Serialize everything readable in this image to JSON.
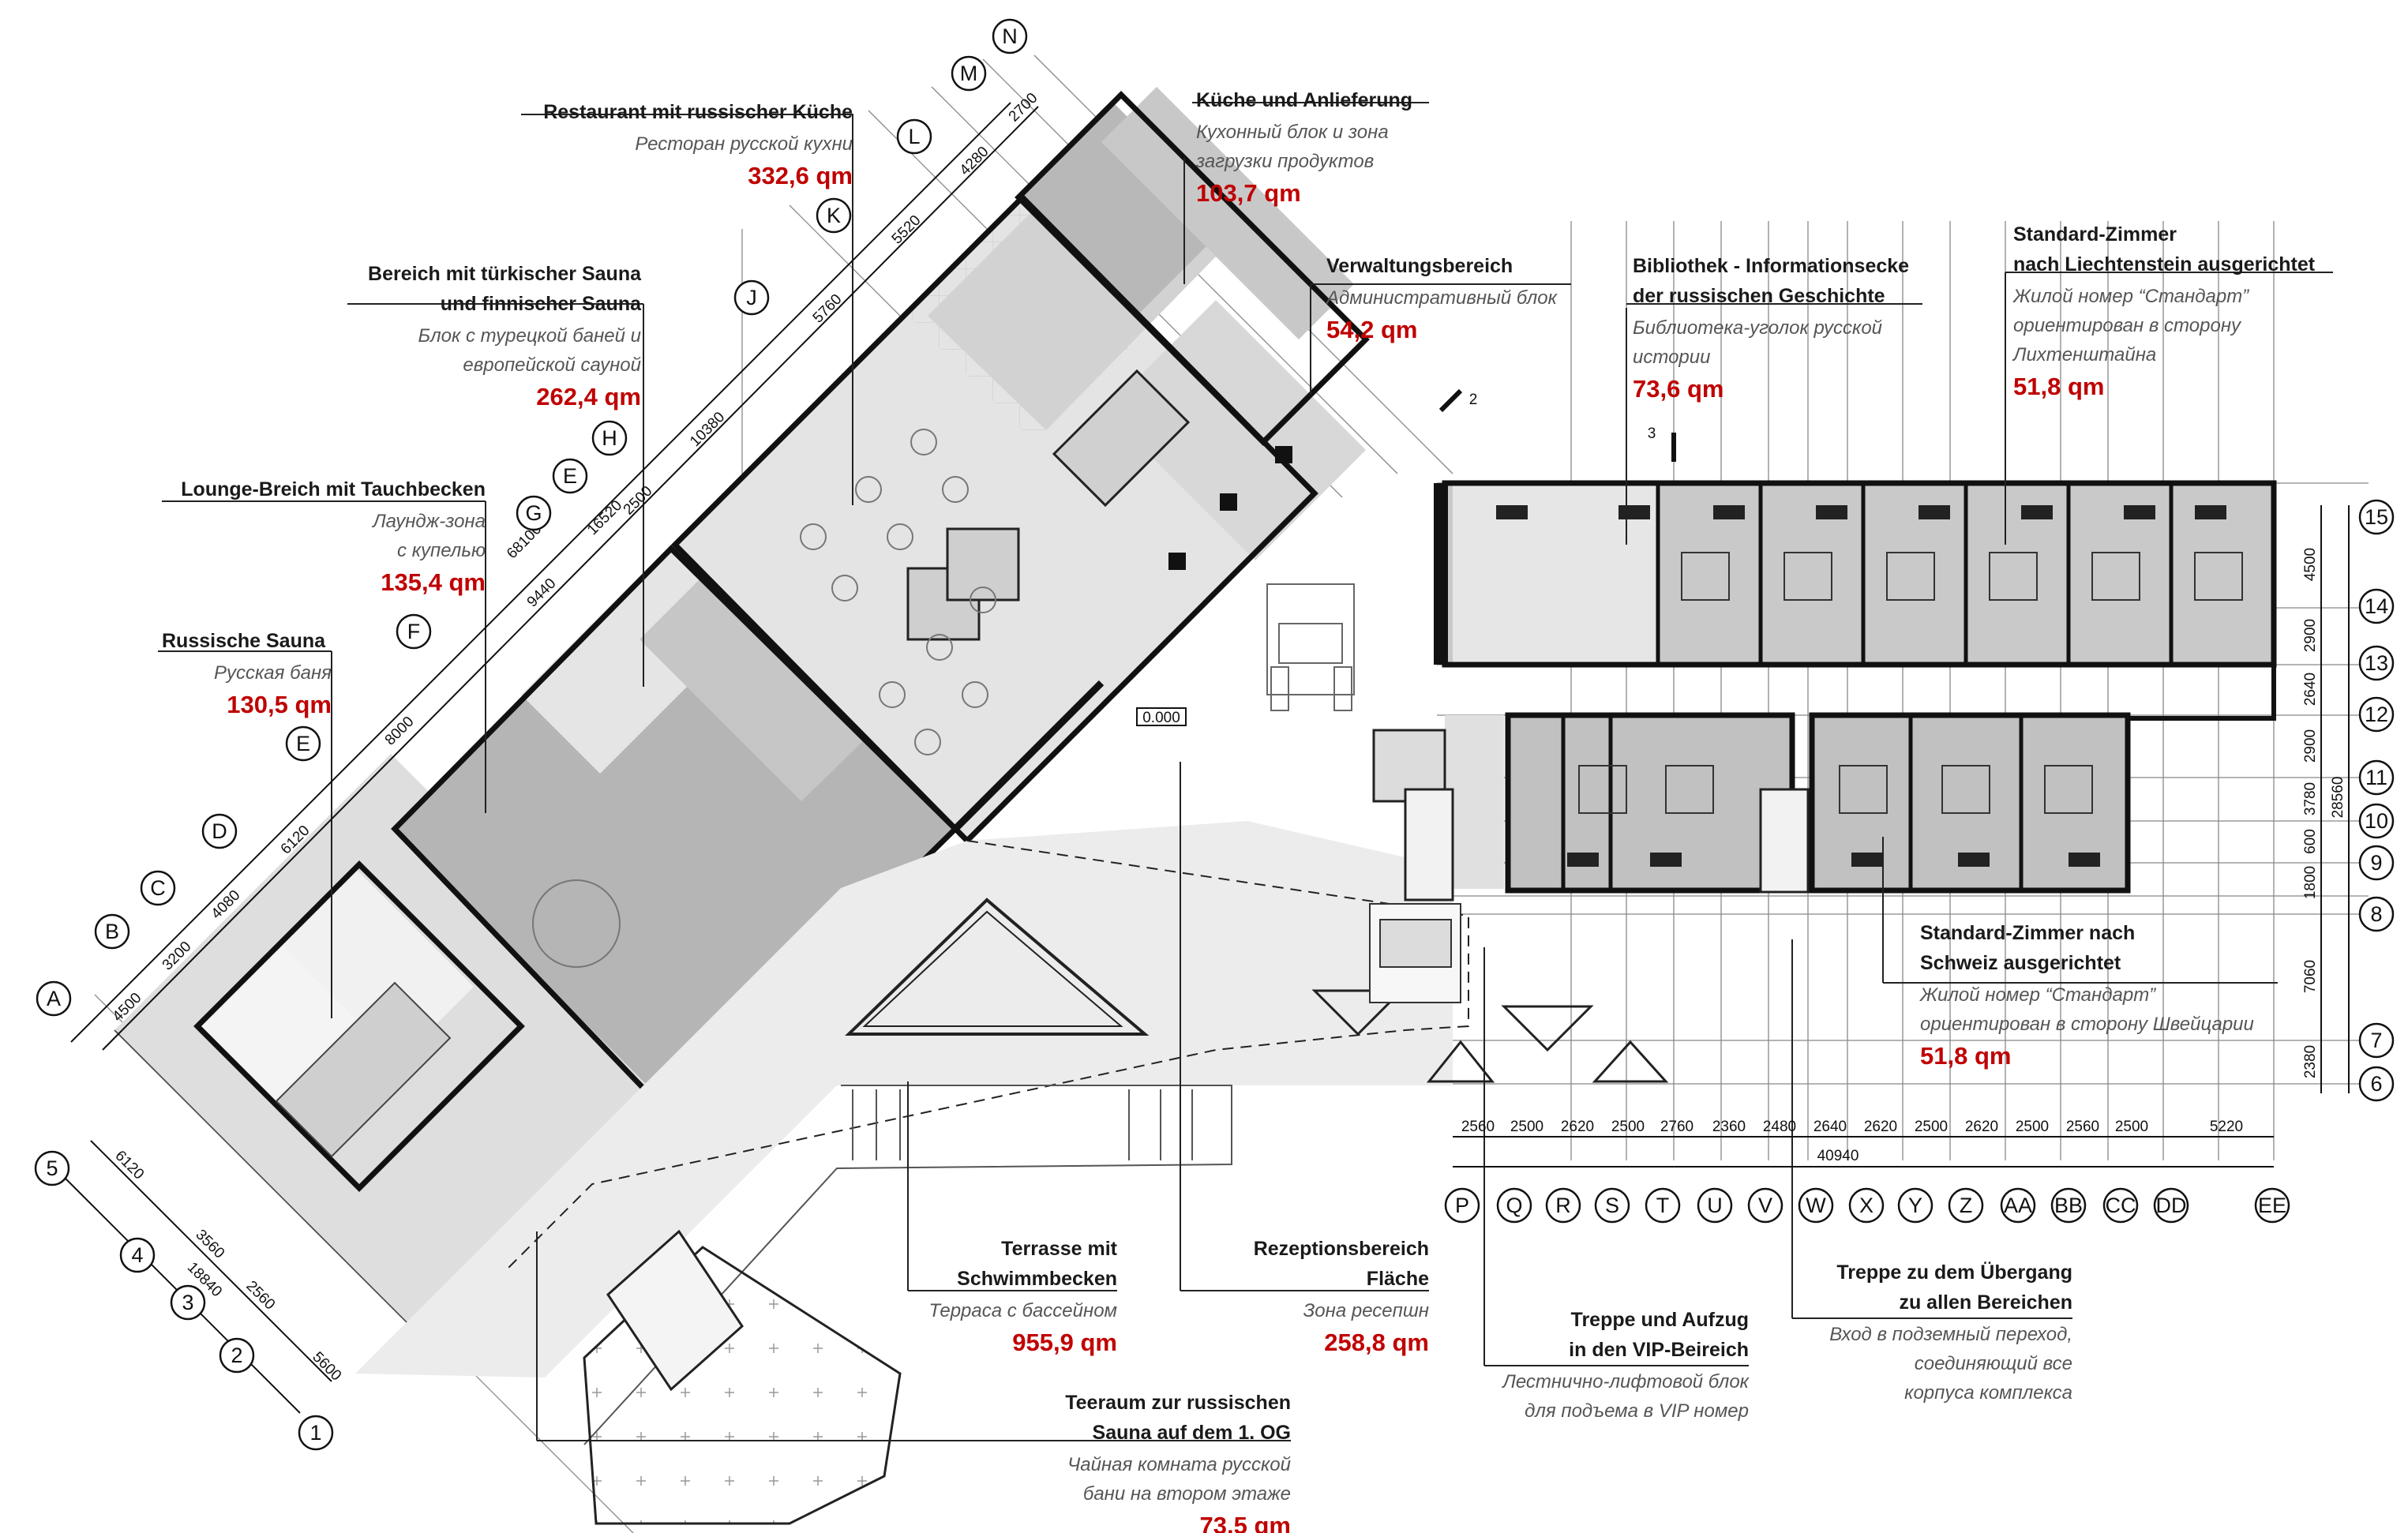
{
  "labels": [
    {
      "id": "restaurant",
      "de": [
        "Restaurant mit russischer Küche"
      ],
      "ru": [
        "Ресторан русской кухни"
      ],
      "area": "332,6 qm"
    },
    {
      "id": "kitchen",
      "de": [
        "Küche und Anlieferung"
      ],
      "ru": [
        "Кухонный блок и зона",
        "загрузки продуктов"
      ],
      "area": "103,7 qm"
    },
    {
      "id": "admin",
      "de": [
        "Verwaltungsbereich"
      ],
      "ru": [
        "Административный блок"
      ],
      "area": "54,2 qm"
    },
    {
      "id": "library",
      "de": [
        "Bibliothek - Informationsecke",
        "der russischen Geschichte"
      ],
      "ru": [
        "Библиотека-уголок русской",
        "истории"
      ],
      "area": "73,6 qm"
    },
    {
      "id": "std-liechtenstein",
      "de": [
        "Standard-Zimmer",
        "nach Liechtenstein ausgerichtet"
      ],
      "ru": [
        "Жилой номер “Стандарт”",
        "ориентирован в сторону",
        "Лихтенштайна"
      ],
      "area": "51,8 qm"
    },
    {
      "id": "sauna-turkish",
      "de": [
        "Bereich mit türkischer Sauna",
        "und finnischer Sauna"
      ],
      "ru": [
        "Блок с турецкой баней и",
        "европейской сауной"
      ],
      "area": "262,4 qm"
    },
    {
      "id": "lounge",
      "de": [
        "Lounge-Breich mit Tauchbecken"
      ],
      "ru": [
        "Лаундж-зона",
        "с купелью"
      ],
      "area": "135,4 qm"
    },
    {
      "id": "russian-sauna",
      "de": [
        "Russische Sauna"
      ],
      "ru": [
        "Русская баня"
      ],
      "area": "130,5 qm"
    },
    {
      "id": "std-schweiz",
      "de": [
        "Standard-Zimmer nach",
        "Schweiz ausgerichtet"
      ],
      "ru": [
        "Жилой номер “Стандарт”",
        "ориентирован в сторону Швейцарии"
      ],
      "area": "51,8 qm"
    },
    {
      "id": "terrace",
      "de": [
        "Terrasse mit",
        "Schwimmbecken"
      ],
      "ru": [
        "Терраса с бассейном"
      ],
      "area": "955,9 qm"
    },
    {
      "id": "reception",
      "de": [
        "Rezeptionsbereich",
        "Fläche"
      ],
      "ru": [
        "Зона ресепшн"
      ],
      "area": "258,8 qm"
    },
    {
      "id": "vip-stair",
      "de": [
        "Treppe und Aufzug",
        "in den VIP-Beireich"
      ],
      "ru": [
        "Лестнично-лифтовой блок",
        "для подъема в VIP номер"
      ],
      "area": ""
    },
    {
      "id": "transition-stair",
      "de": [
        "Treppe zu dem Übergang",
        "zu allen Bereichen"
      ],
      "ru": [
        "Вход в подземный переход,",
        "соединяющий все",
        "корпуса комплекса"
      ],
      "area": ""
    },
    {
      "id": "tearoom",
      "de": [
        "Teeraum zur russischen",
        "Sauna auf dem 1. OG"
      ],
      "ru": [
        "Чайная комната русской",
        "бани на втором этаже"
      ],
      "area": "73,5 qm"
    }
  ],
  "axes_bottom": [
    "P",
    "Q",
    "R",
    "S",
    "T",
    "U",
    "V",
    "W",
    "X",
    "Y",
    "Z",
    "AA",
    "BB",
    "CC",
    "DD",
    "EE"
  ],
  "axes_right": [
    "15",
    "14",
    "13",
    "12",
    "11",
    "10",
    "9",
    "8",
    "7",
    "6"
  ],
  "axes_diag_upper": [
    "A",
    "B",
    "C",
    "D",
    "E",
    "F",
    "G",
    "E",
    "H",
    "J",
    "K",
    "L",
    "M",
    "N"
  ],
  "axes_diag_lower": [
    "5",
    "4",
    "3",
    "2",
    "1"
  ],
  "dims_bottom": [
    "2560",
    "2500",
    "2620",
    "2500",
    "2760",
    "2360",
    "2480",
    "2640",
    "2620",
    "2500",
    "2620",
    "2500",
    "2560",
    "2500",
    "5220"
  ],
  "dim_bottom_total": "40940",
  "dims_right": [
    "4500",
    "2900",
    "2640",
    "2900",
    "3780",
    "600",
    "1800",
    "7060",
    "2380"
  ],
  "dim_right_total": "28560",
  "dims_diag_upper": [
    "4500",
    "3200",
    "4080",
    "6120",
    "8000",
    "9440",
    "2500",
    "10380",
    "5760",
    "5520",
    "4280",
    "2700"
  ],
  "dims_diag_upper_totals": [
    "68100",
    "16520"
  ],
  "dims_diag_lower": [
    "6120",
    "3560",
    "2560",
    "5600"
  ],
  "dim_diag_lower_total": "18840",
  "level_mark": "0.000",
  "section_marks": [
    "2",
    "3"
  ]
}
